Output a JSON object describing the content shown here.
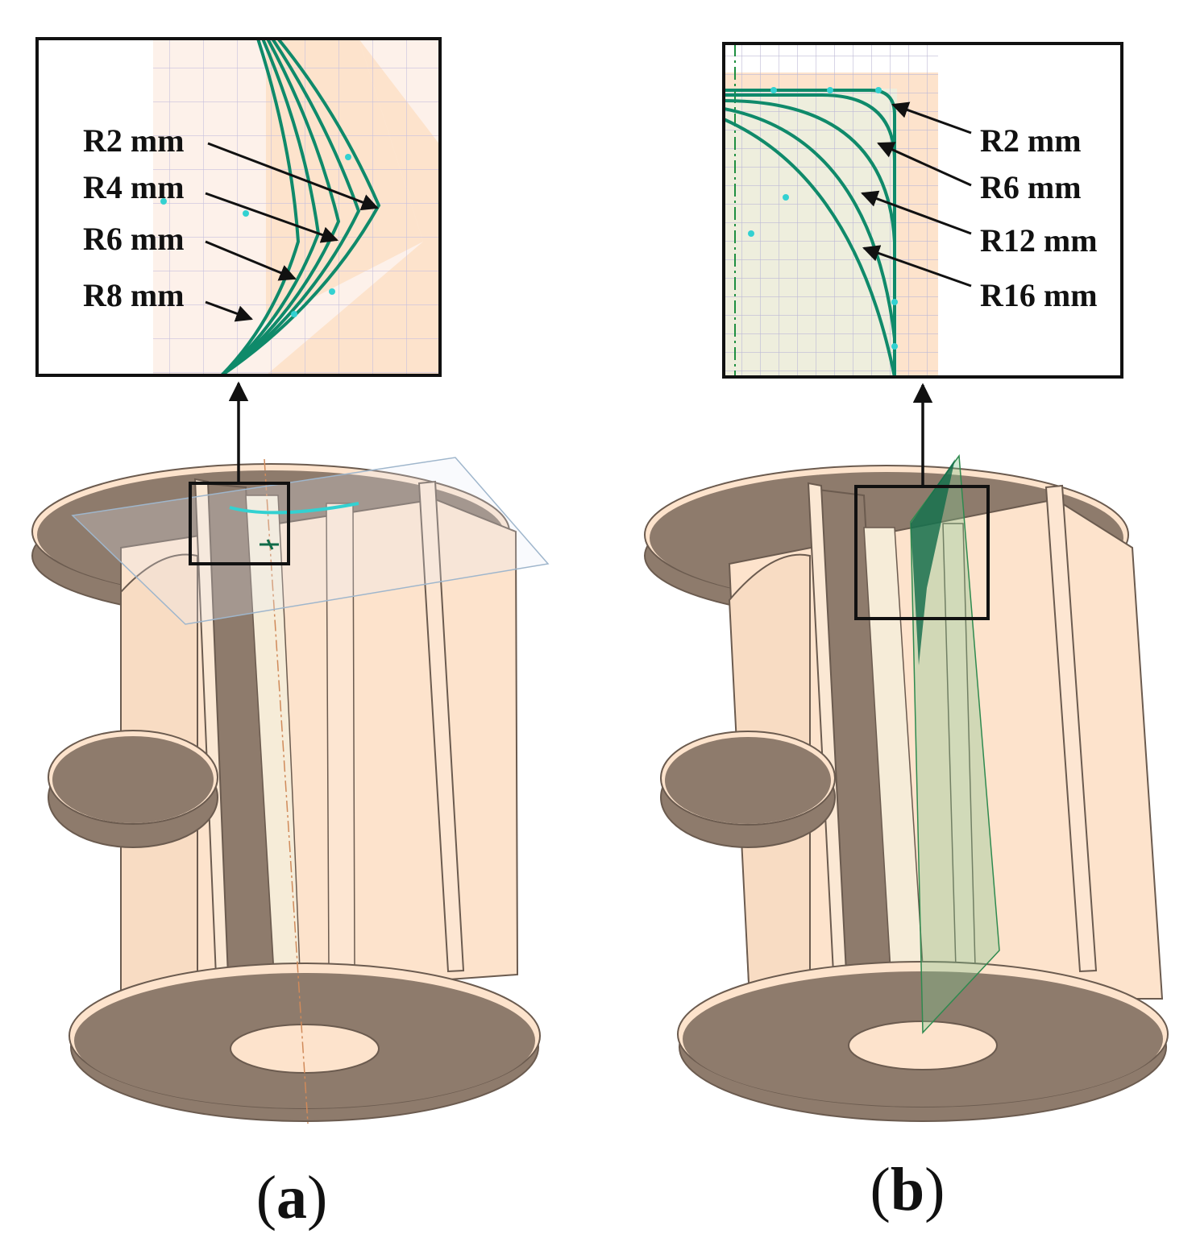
{
  "panel_a": {
    "caption_open": "(",
    "caption_letter": "a",
    "caption_close": ")",
    "labels": [
      "R2 mm",
      "R4 mm",
      "R6 mm",
      "R8 mm"
    ]
  },
  "panel_b": {
    "caption_open": "(",
    "caption_letter": "b",
    "caption_close": ")",
    "labels": [
      "R2 mm",
      "R6 mm",
      "R12 mm",
      "R16 mm"
    ]
  },
  "colors": {
    "profile_curve": "#0f8a6a",
    "control_point": "#33d1d1",
    "rotor_face": "#fde3cc",
    "rotor_shadow": "#8e7b6c",
    "highlight_box": "#111111"
  }
}
